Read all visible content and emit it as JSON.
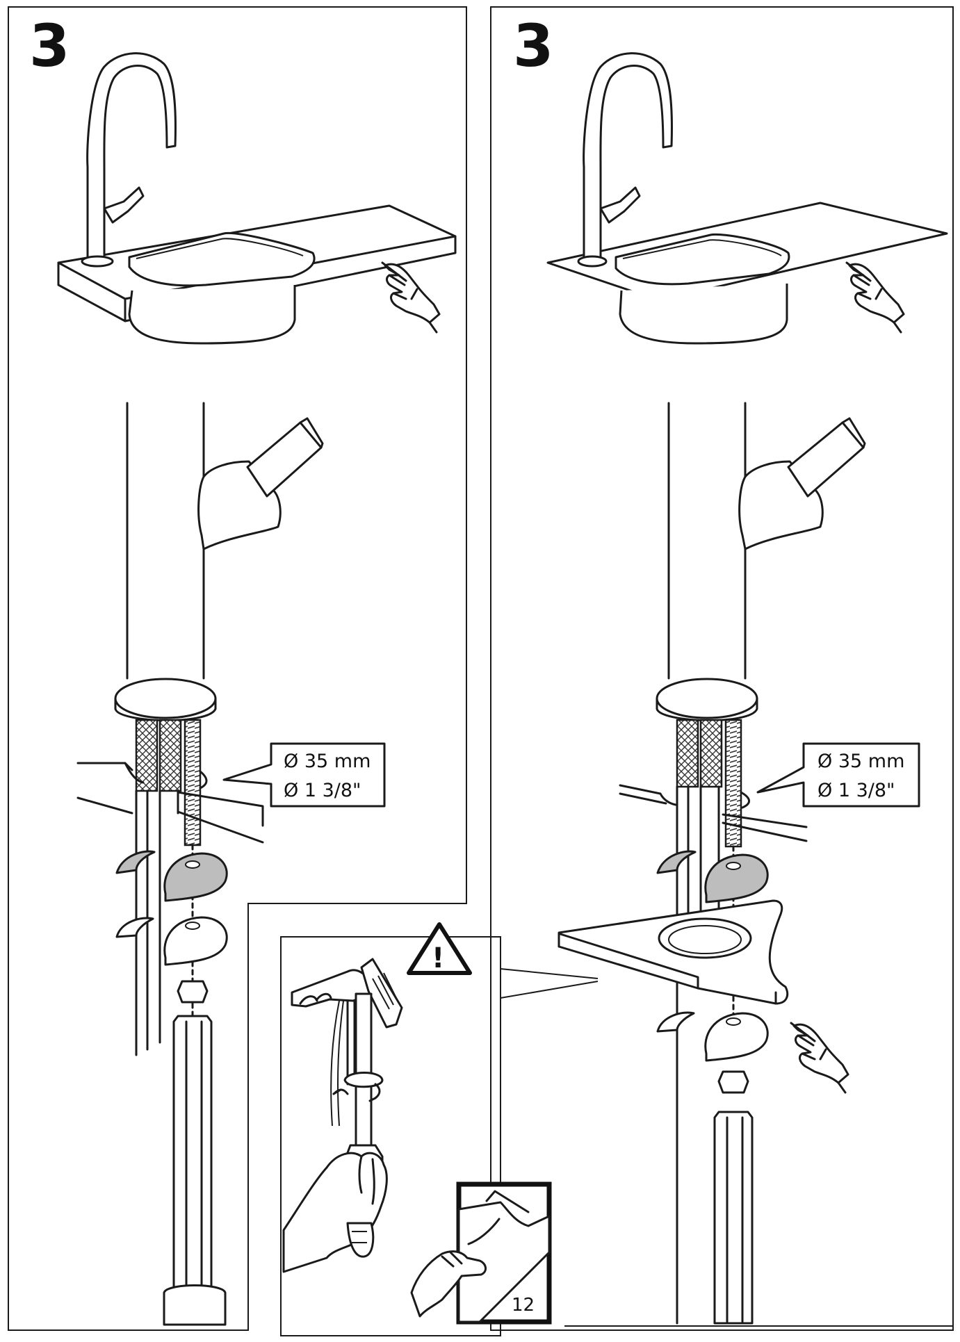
{
  "panels": [
    {
      "step_number": "3",
      "callout_lines": [
        "Ø 35 mm",
        "Ø 1 3/8\""
      ]
    },
    {
      "step_number": "3",
      "callout_lines": [
        "Ø 35 mm",
        "Ø 1 3/8\""
      ]
    }
  ],
  "warning_panel": {
    "icon": "warning-triangle-icon",
    "page_reference": "12"
  },
  "icons": [
    "hand-pointing-icon",
    "warning-triangle-icon",
    "page-turn-icon",
    "wrench-tool-icon"
  ]
}
